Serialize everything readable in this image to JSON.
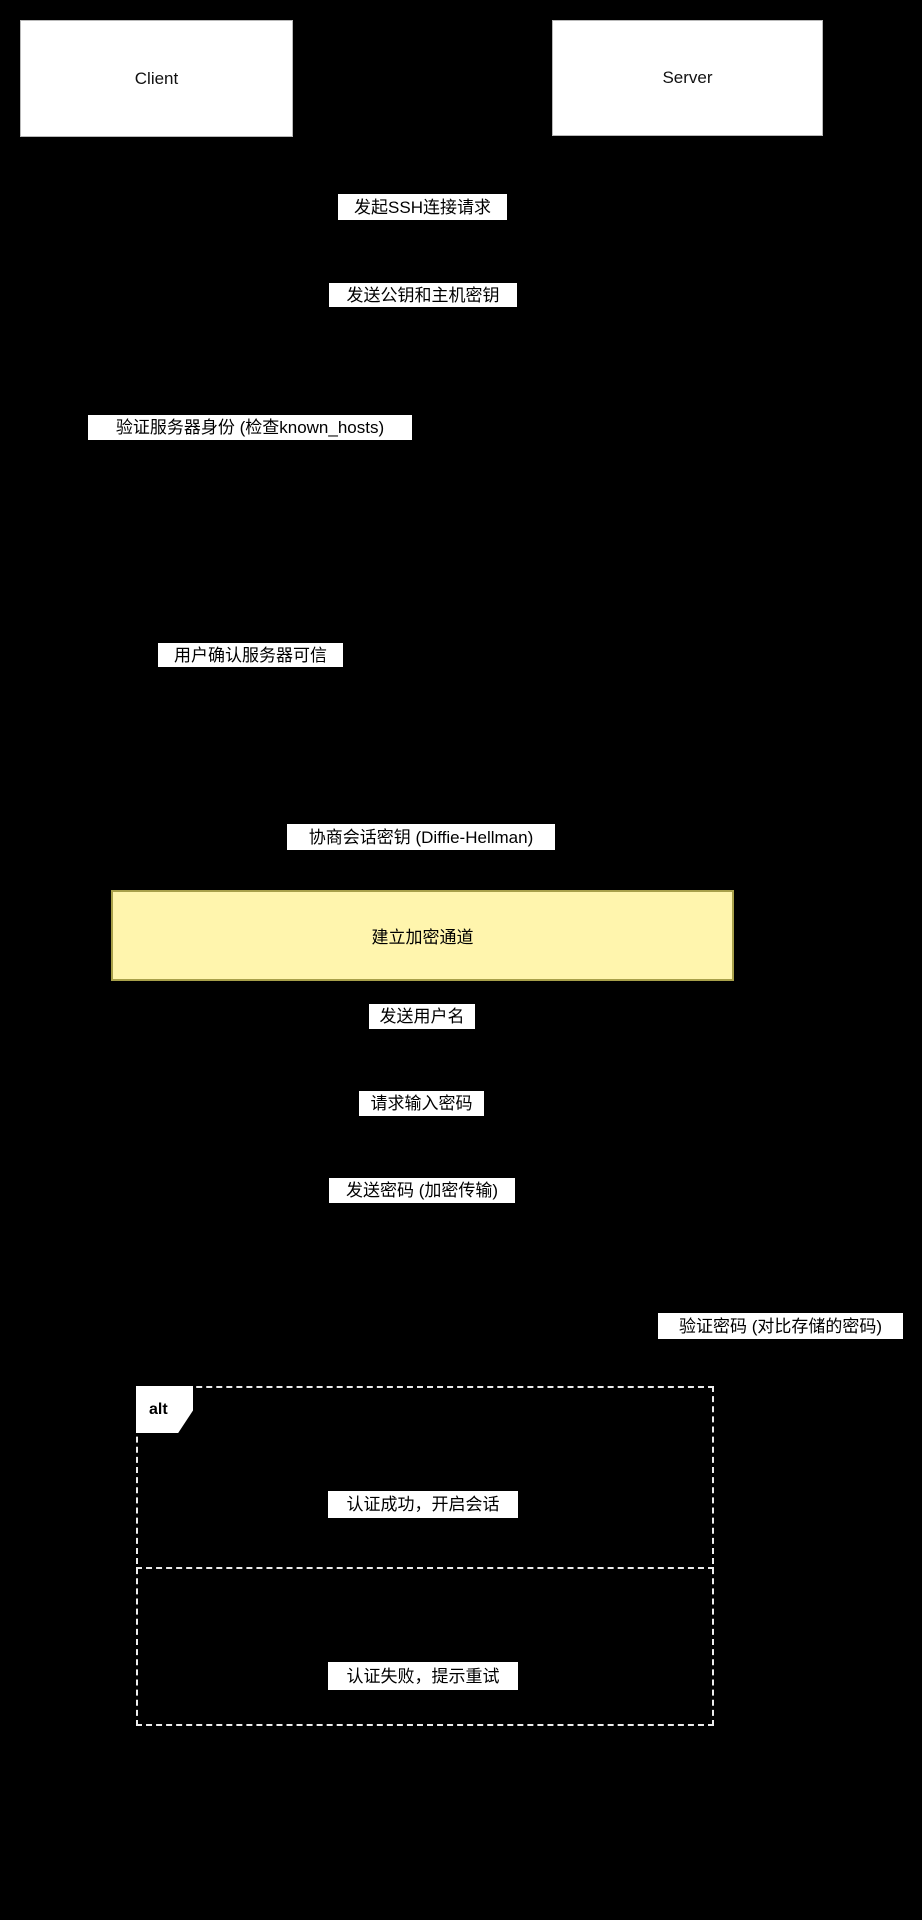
{
  "diagram": {
    "kind": "ssh-login-sequence-diagram",
    "colors": {
      "background": "#000000",
      "actor_fill": "#ffffff",
      "label_background": "#ffffff",
      "text": "#000000",
      "note_fill": "#fff5ad",
      "note_border": "#a8a04a",
      "alt_frame_border": "#ededed"
    },
    "actors": [
      {
        "name": "Client"
      },
      {
        "name": "Server"
      }
    ],
    "messages": [
      {
        "text": "发起SSH连接请求"
      },
      {
        "text": "发送公钥和主机密钥"
      },
      {
        "text": "验证服务器身份 (检查known_hosts)"
      },
      {
        "text": "用户确认服务器可信"
      },
      {
        "text": "协商会话密钥 (Diffie-Hellman)"
      },
      {
        "text": "发送用户名"
      },
      {
        "text": "请求输入密码"
      },
      {
        "text": "发送密码 (加密传输)"
      },
      {
        "text": "验证密码 (对比存储的密码)"
      }
    ],
    "note": {
      "text": "建立加密通道"
    },
    "alt_frame": {
      "label": "alt",
      "branches": [
        {
          "message": "认证成功，开启会话"
        },
        {
          "message": "认证失败，提示重试"
        }
      ]
    }
  }
}
